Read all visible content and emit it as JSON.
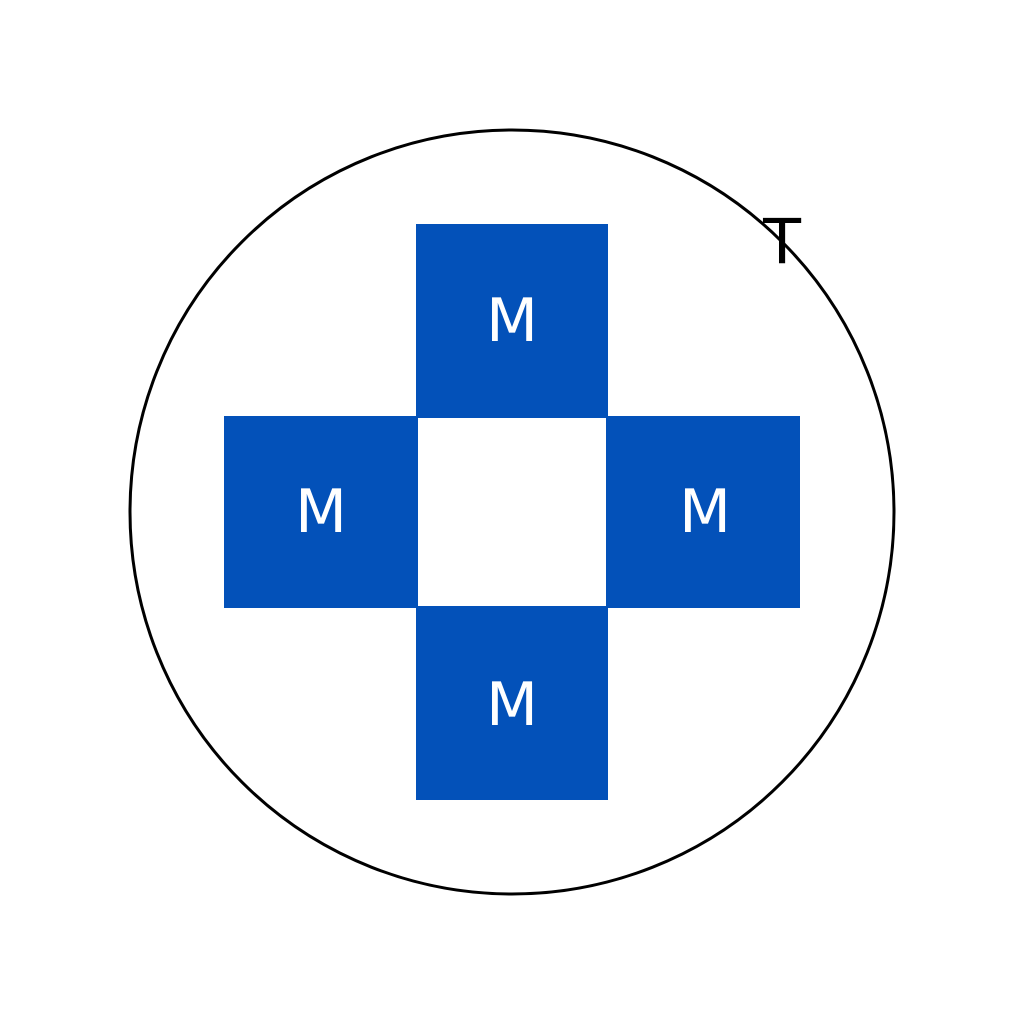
{
  "diagram": {
    "outer_label": "T",
    "block_color": "#0351b9",
    "outline_color": "#000000",
    "blocks": [
      {
        "position": "top",
        "label": "M"
      },
      {
        "position": "left",
        "label": "M"
      },
      {
        "position": "right",
        "label": "M"
      },
      {
        "position": "bottom",
        "label": "M"
      }
    ]
  }
}
